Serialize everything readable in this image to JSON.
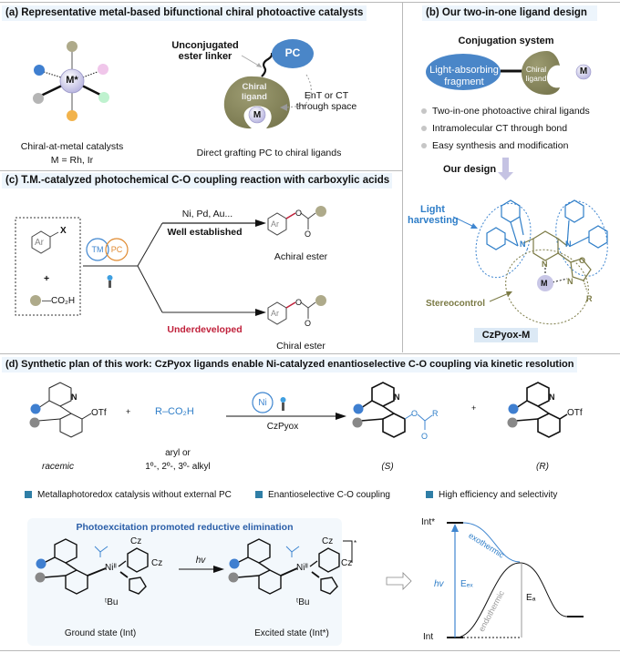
{
  "panel_a": {
    "title": "(a)  Representative metal-based bifunctional chiral photoactive catalysts",
    "center_metal": "M*",
    "caption_left_line1": "Chiral-at-metal catalysts",
    "caption_left_line2": "M = Rh, Ir",
    "linker_label_line1": "Unconjugated",
    "linker_label_line2": "ester linker",
    "pc_label": "PC",
    "ligand_label_line1": "Chiral",
    "ligand_label_line2": "ligand",
    "metal_label": "M",
    "transfer_label_line1": "EnT or CT",
    "transfer_label_line2": "through space",
    "caption_right": "Direct grafting PC to chiral ligands"
  },
  "panel_b": {
    "title": "(b)  Our two-in-one ligand design",
    "conjugation_label": "Conjugation system",
    "fragment_line1": "Light-absorbing",
    "fragment_line2": "fragment",
    "ligand_line1": "Chiral",
    "ligand_line2": "ligand",
    "metal_label": "M",
    "bullets": [
      "Two-in-one photoactive chiral ligands",
      "Intramolecular CT through bond",
      "Easy synthesis and modification"
    ],
    "our_design": "Our design",
    "light_line1": "Light",
    "light_line2": "harvesting",
    "stereocontrol": "Stereocontrol",
    "atom_N": "N",
    "atom_O": "O",
    "atom_M": "M",
    "atom_R": "R",
    "compound_name": "CzPyox-M"
  },
  "panel_c": {
    "title": "(c) T.M.-catalyzed photochemical C-O coupling reaction with carboxylic acids",
    "aryl_label": "Ar",
    "leaving_group": "X",
    "plus": "+",
    "acid_label": "—CO₂H",
    "tm_label": "TM",
    "pc_label": "PC",
    "top_conditions": "Ni, Pd, Au...",
    "top_status": "Well established",
    "top_product": "Achiral ester",
    "bottom_status": "Underdeveloped",
    "bottom_product": "Chiral ester",
    "atom_O": "O"
  },
  "panel_d": {
    "title": "(d) Synthetic plan of this work: CzPyox ligands enable Ni-catalyzed enantioselective C-O coupling via kinetic resolution",
    "substrate_label": "racemic",
    "otf": "OTf",
    "atom_N": "N",
    "plus": "+",
    "acid": "R–CO₂H",
    "acid_scope_line1": "aryl or",
    "acid_scope_line2": "1º-, 2º-, 3º- alkyl",
    "catalyst_metal": "Ni",
    "ligand": "CzPyox",
    "product_s": "(S)",
    "product_r": "(R)",
    "atom_O": "O",
    "atom_R": "R",
    "features": [
      "Metallaphotoredox catalysis without external PC",
      "Enantioselective C-O coupling",
      "High efficiency and selectivity"
    ],
    "mechanism_title": "Photoexcitation promoted reductive elimination",
    "ground_state": "Ground state (Int)",
    "excited_state": "Excited state (Int*)",
    "hv": "hv",
    "ni_label": "Niᴵᴵ",
    "cz": "Cz",
    "tbu": "ᵗBu",
    "excited_mark": "*"
  },
  "energy_diagram": {
    "int_star": "Int*",
    "int": "Int",
    "hv": "hv",
    "e_ex": "Eₑₓ",
    "e_a": "Eₐ",
    "exothermic": "exothermic",
    "endothermic": "endothermic"
  },
  "colors": {
    "title_bg": "#edf5fc",
    "blue": "#2f7ec8",
    "pc_blue": "#4a86c8",
    "olive": "#8b8a5e",
    "red": "#c0203a",
    "orange": "#e08a30",
    "lavender": "#c5c3e3",
    "teal_square": "#2f7ea6"
  }
}
